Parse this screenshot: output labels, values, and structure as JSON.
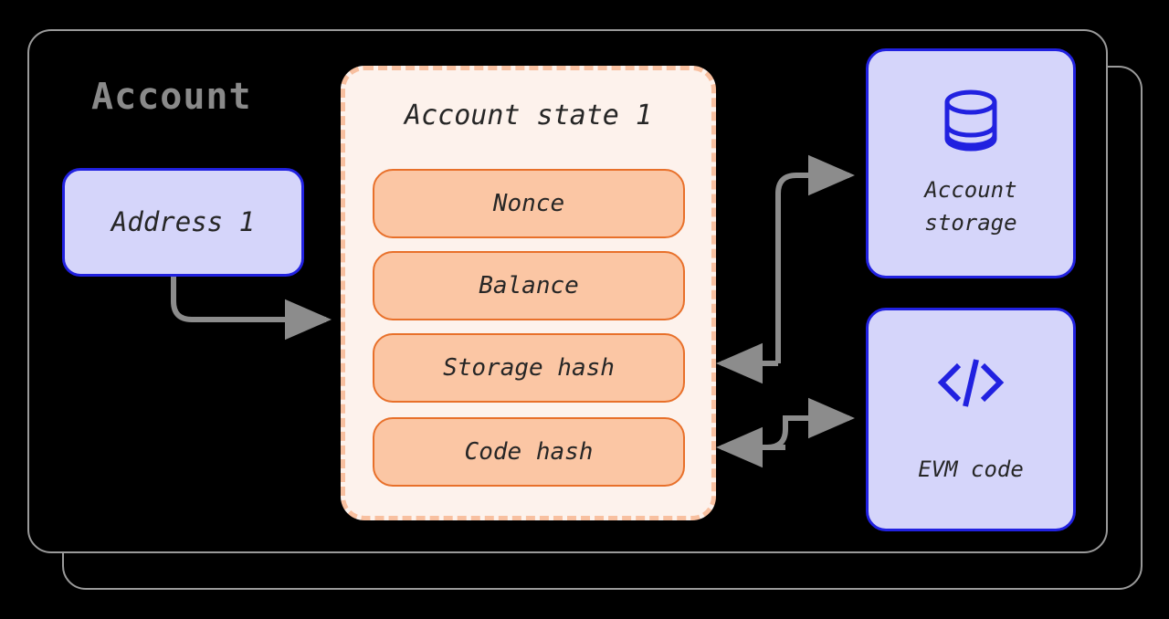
{
  "diagram": {
    "title": "Account",
    "account_label": "Account",
    "address": {
      "label": "Address 1"
    },
    "account_state": {
      "title": "Account state 1",
      "fields": [
        {
          "label": "Nonce"
        },
        {
          "label": "Balance"
        },
        {
          "label": "Storage hash"
        },
        {
          "label": "Code hash"
        }
      ]
    },
    "storage_node": {
      "label": "Account\nstorage",
      "line1": "Account",
      "line2": "storage",
      "icon": "database-icon"
    },
    "code_node": {
      "label": "EVM code",
      "icon": "code-brackets-icon"
    },
    "colors": {
      "background": "#000000",
      "shell_stroke": "#9a9a9a",
      "title_gray": "#8a8a8a",
      "lavender_fill": "#d5d5fa",
      "blue_stroke": "#2121e0",
      "state_fill": "#fdf2ec",
      "state_dash": "#f8c0a0",
      "field_fill": "#fbc6a4",
      "field_stroke": "#e8702a",
      "arrow_gray": "#8c8c8c",
      "text_dark": "#262626"
    },
    "connections": [
      {
        "from": "Address 1",
        "to": "Account state 1",
        "direction": "one-way"
      },
      {
        "from": "Storage hash",
        "to": "Account storage",
        "direction": "two-way"
      },
      {
        "from": "Code hash",
        "to": "EVM code",
        "direction": "two-way"
      }
    ]
  }
}
